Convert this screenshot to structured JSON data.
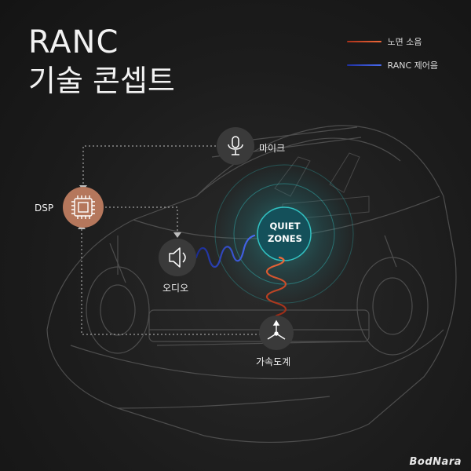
{
  "title": {
    "line1": "RANC",
    "line2": "기술 콘셉트"
  },
  "legend": [
    {
      "label": "노면 소음",
      "color": "#e0532b"
    },
    {
      "label": "RANC 제어음",
      "color": "#3a58e0"
    }
  ],
  "nodes": {
    "mic": "마이크",
    "dsp": "DSP",
    "audio": "오디오",
    "accel": "가속도계",
    "quiet_zone": "QUIET ZONES"
  },
  "colors": {
    "dsp_node": "#b5775c",
    "node": "#3a3a3a",
    "zone_glow": "#2fb0b0"
  },
  "watermark": "BodNara"
}
